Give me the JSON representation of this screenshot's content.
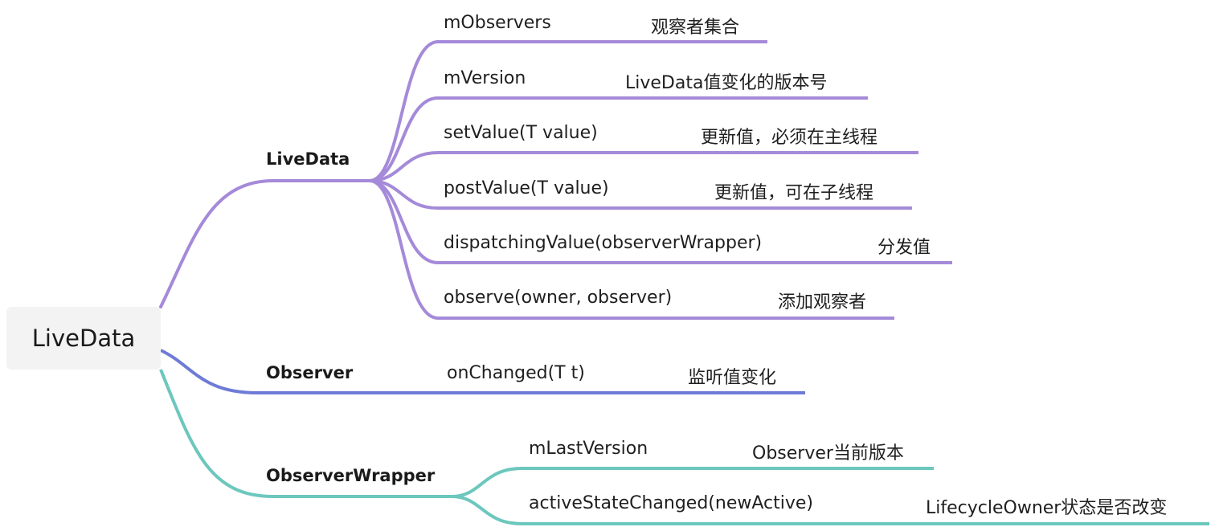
{
  "root": {
    "label": "LiveData"
  },
  "branches": [
    {
      "label": "LiveData",
      "color": "#a58ad9",
      "items": [
        {
          "name": "mObservers",
          "desc": "观察者集合"
        },
        {
          "name": "mVersion",
          "desc": "LiveData值变化的版本号"
        },
        {
          "name": "setValue(T value)",
          "desc": "更新值，必须在主线程"
        },
        {
          "name": "postValue(T value)",
          "desc": "更新值，可在子线程"
        },
        {
          "name": "dispatchingValue(observerWrapper)",
          "desc": "分发值"
        },
        {
          "name": "observe(owner, observer)",
          "desc": "添加观察者"
        }
      ]
    },
    {
      "label": "Observer",
      "color": "#6e7bd6",
      "items": [
        {
          "name": "onChanged(T t)",
          "desc": "监听值变化"
        }
      ]
    },
    {
      "label": "ObserverWrapper",
      "color": "#6cc7bd",
      "items": [
        {
          "name": "mLastVersion",
          "desc": "Observer当前版本"
        },
        {
          "name": "activeStateChanged(newActive)",
          "desc": "LifecycleOwner状态是否改变"
        }
      ]
    }
  ]
}
